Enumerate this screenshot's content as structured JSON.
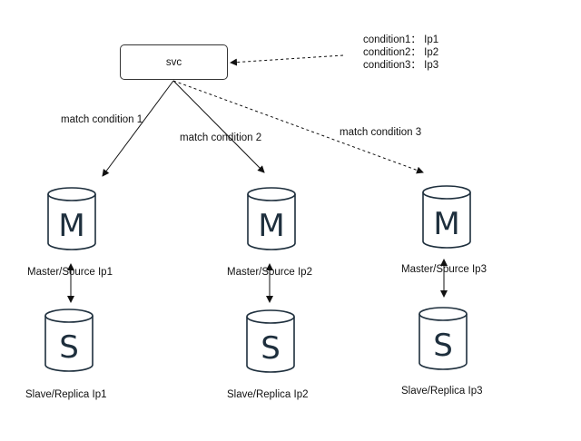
{
  "svc_label": "svc",
  "conditions": [
    "condition1： Ip1",
    "condition2： Ip2",
    "condition3： Ip3"
  ],
  "edge_labels": [
    "match condition 1",
    "match condition 2",
    "match condition 3"
  ],
  "clusters": [
    {
      "master_letter": "M",
      "master_label": "Master/Source Ip1",
      "slave_letter": "S",
      "slave_label": "Slave/Replica Ip1"
    },
    {
      "master_letter": "M",
      "master_label": "Master/Source Ip2",
      "slave_letter": "S",
      "slave_label": "Slave/Replica Ip2"
    },
    {
      "master_letter": "M",
      "master_label": "Master/Source Ip3",
      "slave_letter": "S",
      "slave_label": "Slave/Replica Ip3"
    }
  ],
  "colors": {
    "stroke": "#1e2f3d",
    "line": "#111111"
  }
}
